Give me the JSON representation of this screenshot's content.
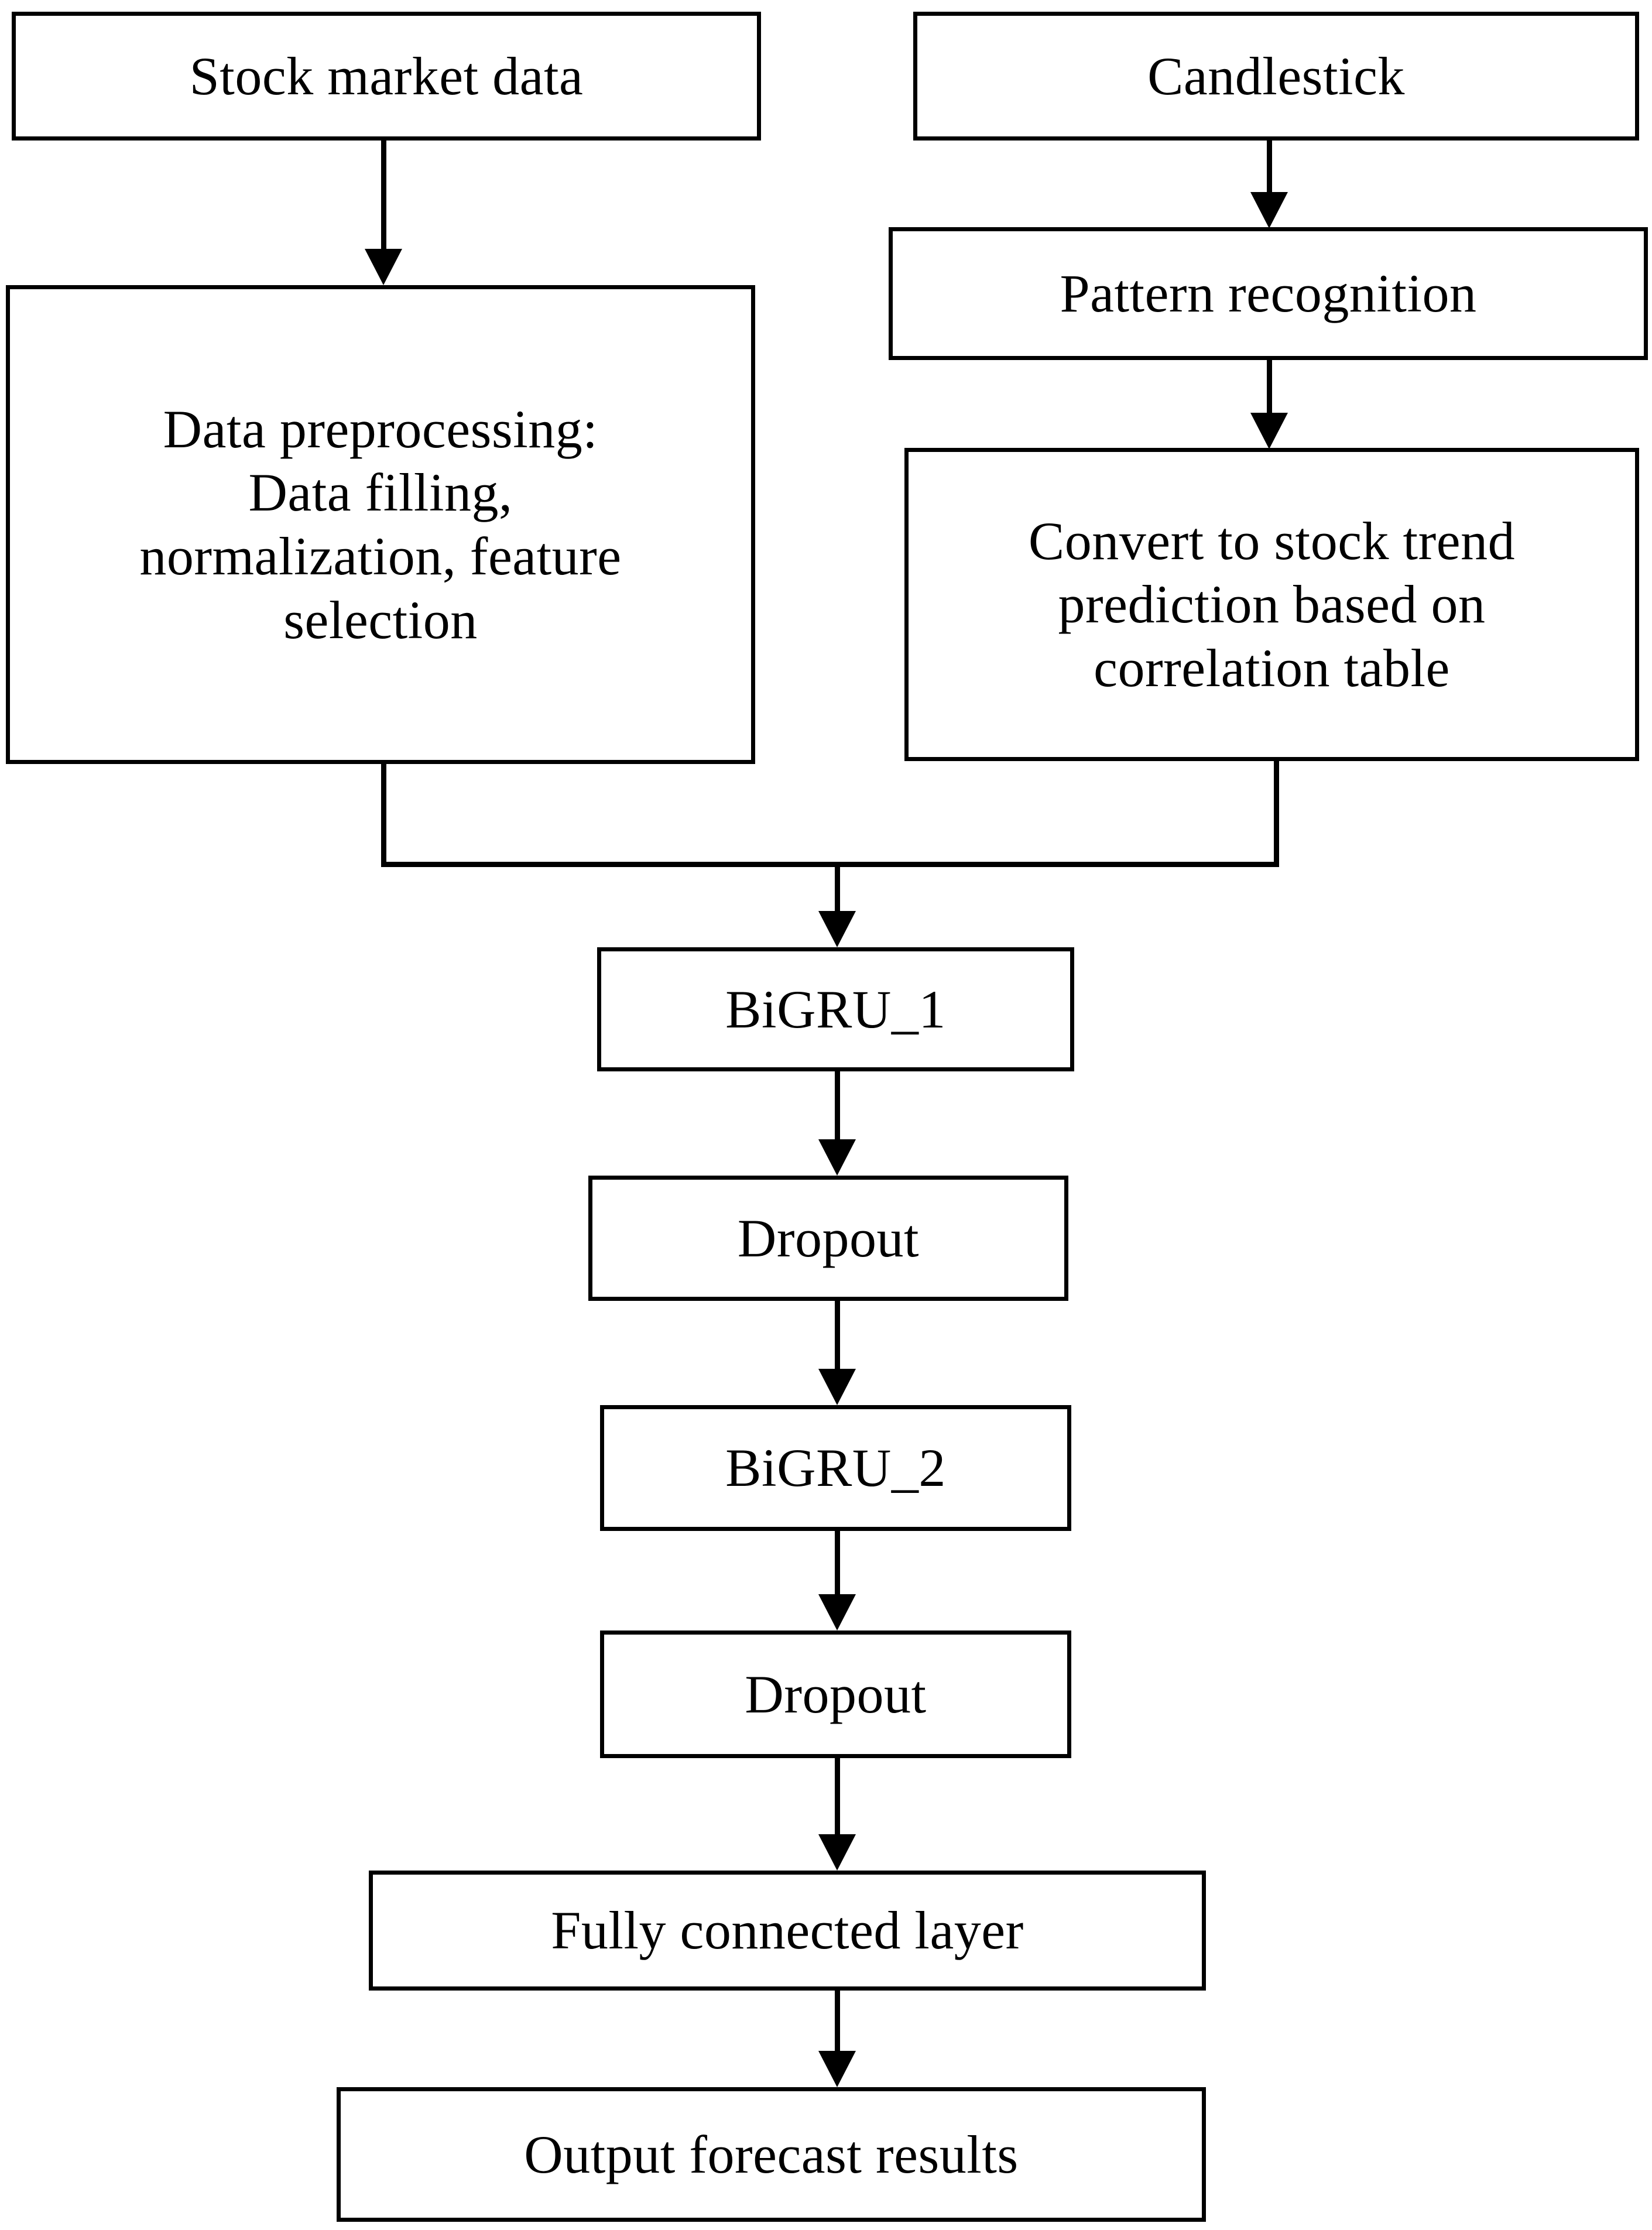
{
  "diagram": {
    "title": "Stock trend prediction model architecture flowchart",
    "type": "flowchart",
    "orientation": "top-to-bottom",
    "background_color": "#ffffff",
    "line_color": "#000000",
    "text_color": "#000000"
  },
  "nodes": {
    "stock_market_data": {
      "label": "Stock market data"
    },
    "candlestick": {
      "label": "Candlestick"
    },
    "data_preprocessing": {
      "label": "Data preprocessing:\nData filling,\nnormalization, feature\nselection"
    },
    "pattern_recognition": {
      "label": "Pattern recognition"
    },
    "convert_correlation": {
      "label": "Convert to stock trend\nprediction based on\ncorrelation table"
    },
    "bigru_1": {
      "label": "BiGRU_1"
    },
    "dropout_1": {
      "label": "Dropout"
    },
    "bigru_2": {
      "label": "BiGRU_2"
    },
    "dropout_2": {
      "label": "Dropout"
    },
    "fully_connected_layer": {
      "label": "Fully connected layer"
    },
    "output_forecast": {
      "label": "Output forecast results"
    }
  },
  "edges": [
    {
      "from": "stock_market_data",
      "to": "data_preprocessing",
      "style": "straight-arrow"
    },
    {
      "from": "candlestick",
      "to": "pattern_recognition",
      "style": "straight-arrow"
    },
    {
      "from": "pattern_recognition",
      "to": "convert_correlation",
      "style": "straight-arrow"
    },
    {
      "from": "data_preprocessing",
      "to": "bigru_1",
      "style": "elbow-merge-arrow"
    },
    {
      "from": "convert_correlation",
      "to": "bigru_1",
      "style": "elbow-merge-arrow"
    },
    {
      "from": "bigru_1",
      "to": "dropout_1",
      "style": "straight-arrow"
    },
    {
      "from": "dropout_1",
      "to": "bigru_2",
      "style": "straight-arrow"
    },
    {
      "from": "bigru_2",
      "to": "dropout_2",
      "style": "straight-arrow"
    },
    {
      "from": "dropout_2",
      "to": "fully_connected_layer",
      "style": "straight-arrow"
    },
    {
      "from": "fully_connected_layer",
      "to": "output_forecast",
      "style": "straight-arrow"
    }
  ]
}
